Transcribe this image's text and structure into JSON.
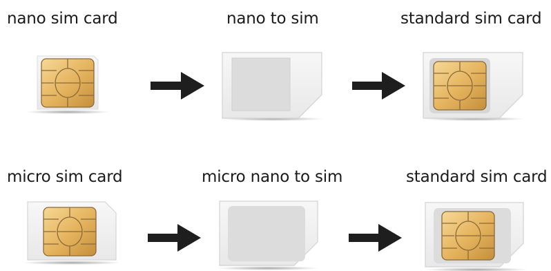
{
  "rows": [
    {
      "labels": [
        "nano sim card",
        "nano to sim",
        "standard sim card"
      ],
      "items": [
        "nano-sim-card",
        "nano-to-sim-adapter",
        "standard-sim-card"
      ]
    },
    {
      "labels": [
        "micro sim card",
        "micro nano to sim",
        "standard sim card"
      ],
      "items": [
        "micro-sim-card",
        "micro-nano-to-sim-adapter",
        "standard-sim-card"
      ]
    }
  ],
  "colors": {
    "card": "#f2f2f2",
    "card_edge": "#d4d4d4",
    "chip_gold_light": "#f3cf86",
    "chip_gold_dark": "#c9963f",
    "chip_line": "#8a6a3a",
    "cutout": "#dcdcdc",
    "arrow": "#1e1e1e"
  }
}
